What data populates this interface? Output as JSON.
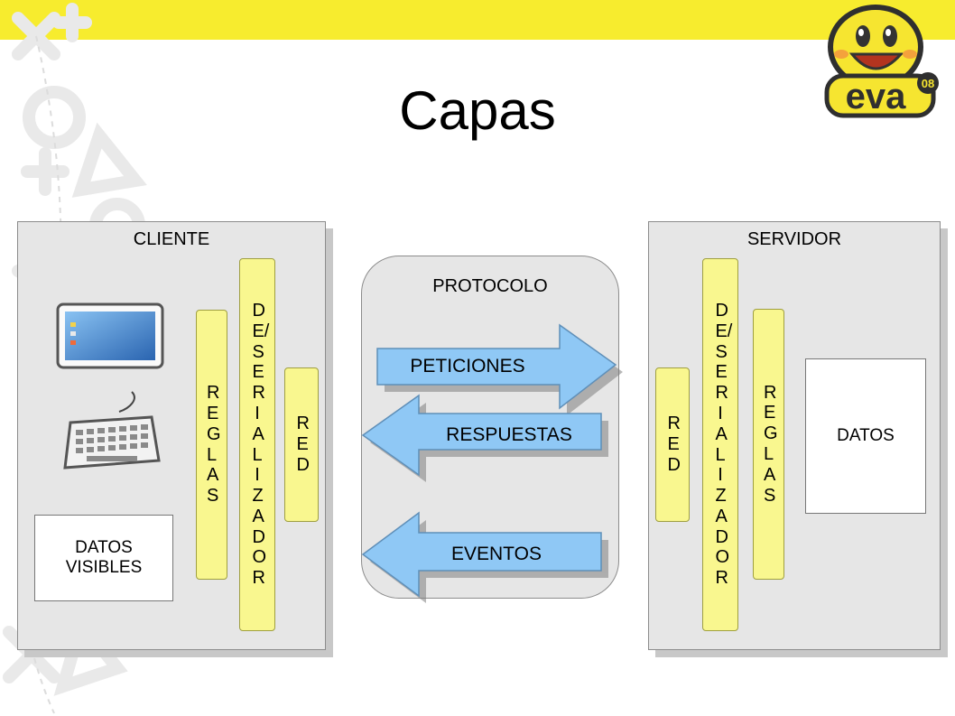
{
  "title": "Capas",
  "client": {
    "label": "CLIENTE",
    "reglas": "REGLAS",
    "deserializador": "DE/SERIALIZADOR",
    "red": "RED",
    "datos_visibles_line1": "DATOS",
    "datos_visibles_line2": "VISIBLES"
  },
  "protocol": {
    "label": "PROTOCOLO",
    "peticiones": "PETICIONES",
    "respuestas": "RESPUESTAS",
    "eventos": "EVENTOS"
  },
  "server": {
    "label": "SERVIDOR",
    "red": "RED",
    "deserializador": "DE/SERIALIZADOR",
    "reglas": "REGLAS",
    "datos": "DATOS"
  },
  "colors": {
    "banner": "#f7ec2e",
    "bar_fill": "#f9f78f",
    "arrow_fill": "#8fc8f5",
    "panel_fill": "#e6e6e6"
  },
  "logo": {
    "icon": "eva-smiley-logo",
    "text": "eva",
    "badge": "08"
  }
}
